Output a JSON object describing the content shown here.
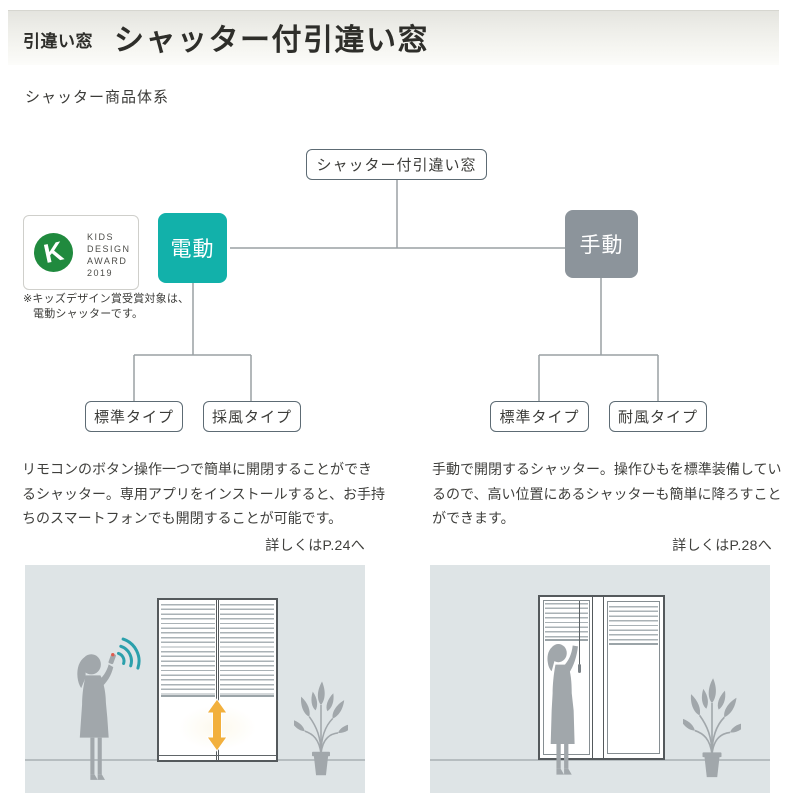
{
  "header": {
    "category_label": "引違い窓",
    "title": "シャッター付引違い窓"
  },
  "section_heading": "シャッター商品体系",
  "diagram": {
    "root_label": "シャッター付引違い窓",
    "branches": {
      "electric": {
        "label": "電動",
        "box_color": "#12b1aa",
        "children": [
          "標準タイプ",
          "採風タイプ"
        ]
      },
      "manual": {
        "label": "手動",
        "box_color": "#8c949b",
        "children": [
          "標準タイプ",
          "耐風タイプ"
        ]
      }
    },
    "award_badge": {
      "logo_letter": "K",
      "logo_color": "#208a3e",
      "lines": [
        "KIDS",
        "DESIGN",
        "AWARD",
        "2019"
      ]
    },
    "note_lines": [
      "※キッズデザイン賞受賞対象は、",
      "電動シャッターです。"
    ]
  },
  "electric_feature": {
    "lines": [
      "リモコンのボタン操作一つで簡単に開閉することができ",
      "るシャッター。専用アプリをインストールすると、お手持",
      "ちのスマートフォンでも開閉することが可能です。"
    ],
    "detail_link": "詳しくはP.24へ"
  },
  "manual_feature": {
    "lines": [
      "手動で開閉するシャッター。操作ひもを標準装備してい",
      "るので、高い位置にあるシャッターも簡単に降ろすこと",
      "ができます。"
    ],
    "detail_link": "詳しくはP.28へ"
  },
  "colors": {
    "accent_teal": "#12b1aa",
    "box_gray": "#8c949b",
    "award_green": "#208a3e",
    "arrow_orange": "#f2b03d",
    "wifi_teal": "#2ba0ac",
    "illustration_bg": "#dee4e6",
    "silhouette_gray": "#a1a7ab"
  }
}
